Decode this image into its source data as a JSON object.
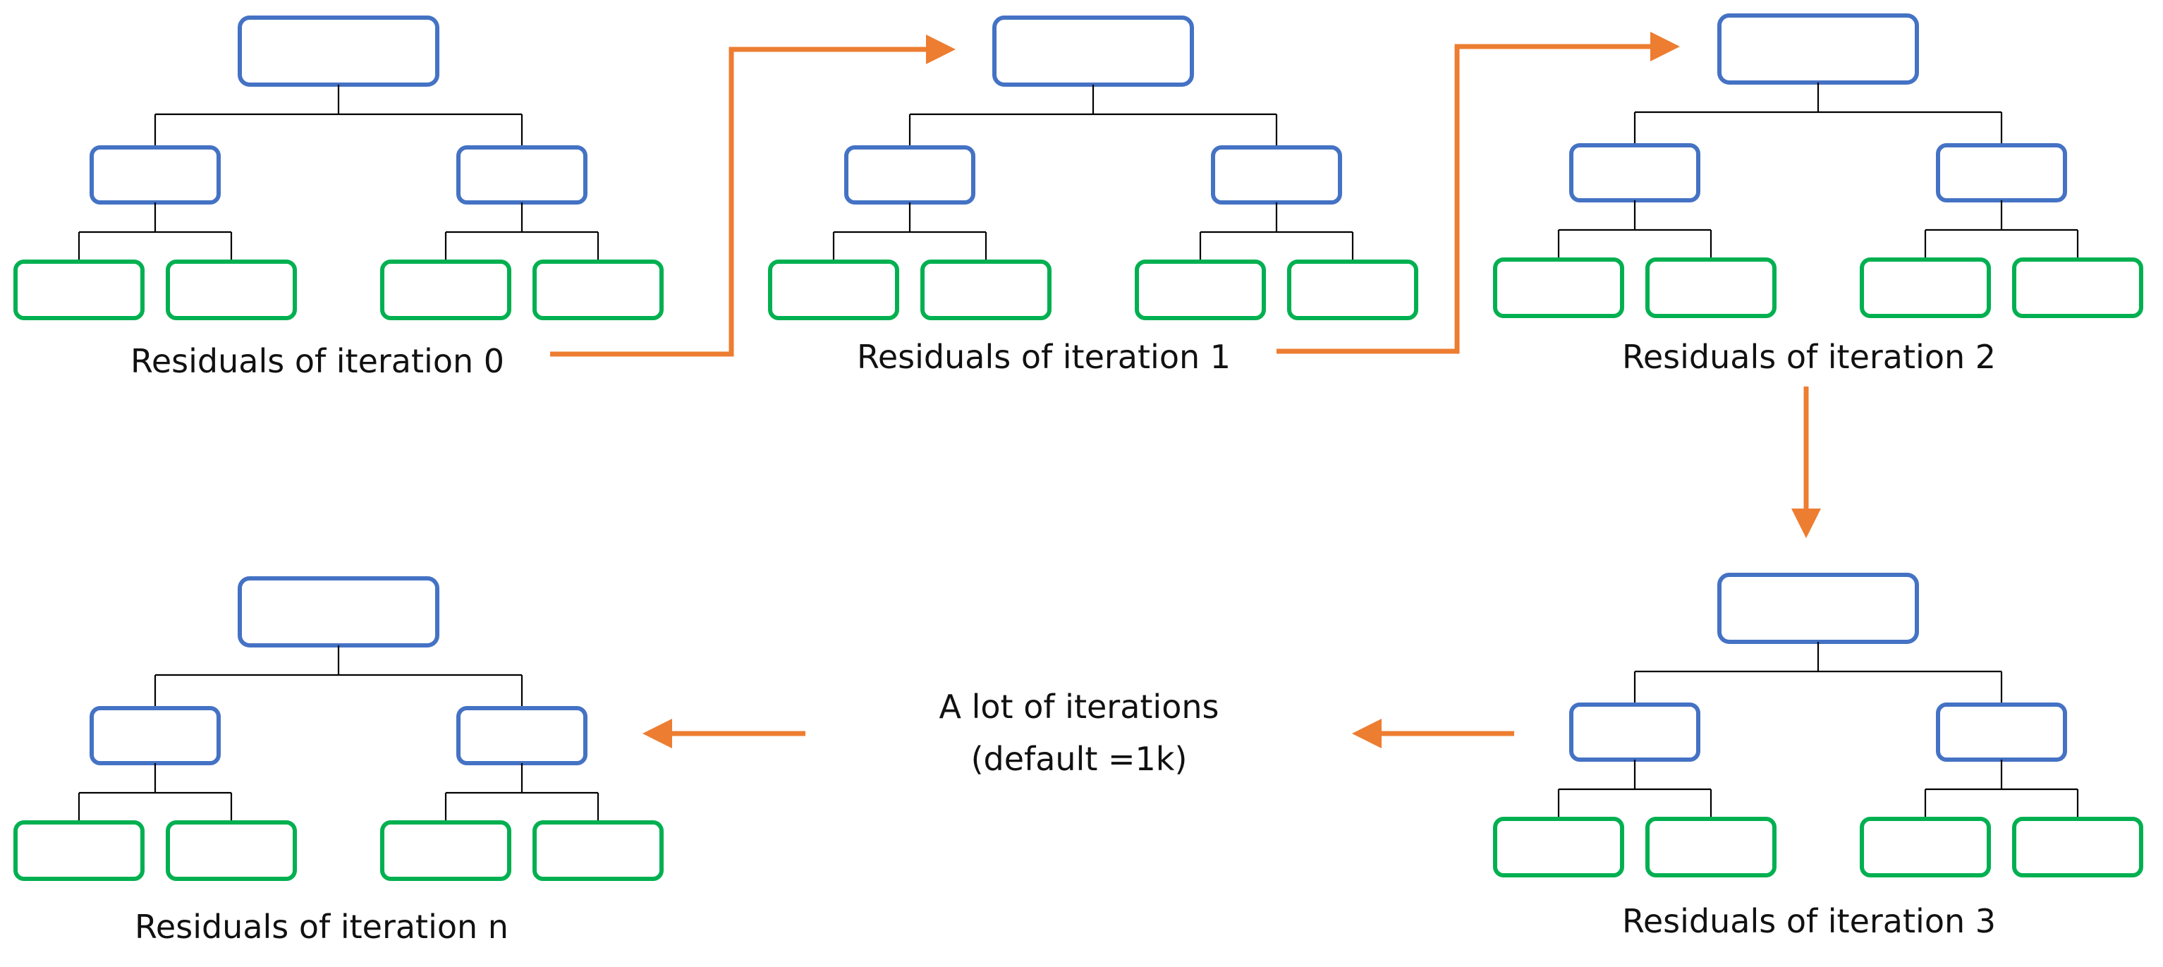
{
  "colors": {
    "internal_node": "#4472c4",
    "leaf_node": "#00b050",
    "edge": "#000000",
    "arrow": "#ed7d31",
    "text": "#111111"
  },
  "trees": [
    {
      "id": "iter-0",
      "label": "Residuals of iteration 0"
    },
    {
      "id": "iter-1",
      "label": "Residuals of iteration 1"
    },
    {
      "id": "iter-2",
      "label": "Residuals of iteration 2"
    },
    {
      "id": "iter-3",
      "label": "Residuals of iteration 3"
    },
    {
      "id": "iter-n",
      "label": "Residuals of iteration n"
    }
  ],
  "middle_note": {
    "line1": "A lot of iterations",
    "line2": "(default =1k)"
  }
}
